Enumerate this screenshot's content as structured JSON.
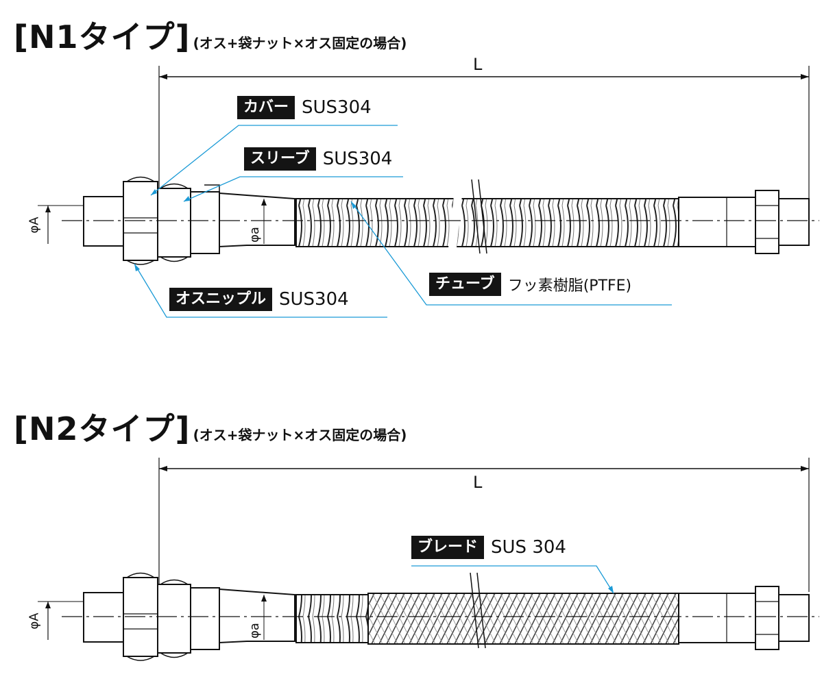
{
  "n1": {
    "title": "[N1タイプ]",
    "subtitle": "(オス+袋ナット×オス固定の場合)",
    "length_label": "L",
    "dia_outer": "φA",
    "dia_inner": "φa",
    "labels": {
      "cover": {
        "tag": "カバー",
        "material": "SUS304"
      },
      "sleeve": {
        "tag": "スリーブ",
        "material": "SUS304"
      },
      "male_nipple": {
        "tag": "オスニップル",
        "material": "SUS304"
      },
      "tube": {
        "tag": "チューブ",
        "material": "フッ素樹脂(PTFE)"
      }
    }
  },
  "n2": {
    "title": "[N2タイプ]",
    "subtitle": "(オス+袋ナット×オス固定の場合)",
    "length_label": "L",
    "dia_outer": "φA",
    "dia_inner": "φa",
    "labels": {
      "braid": {
        "tag": "ブレード",
        "material": "SUS 304"
      }
    }
  },
  "colors": {
    "leader": "#1a9ad6",
    "tag_bg": "#141414",
    "line": "#111111"
  }
}
